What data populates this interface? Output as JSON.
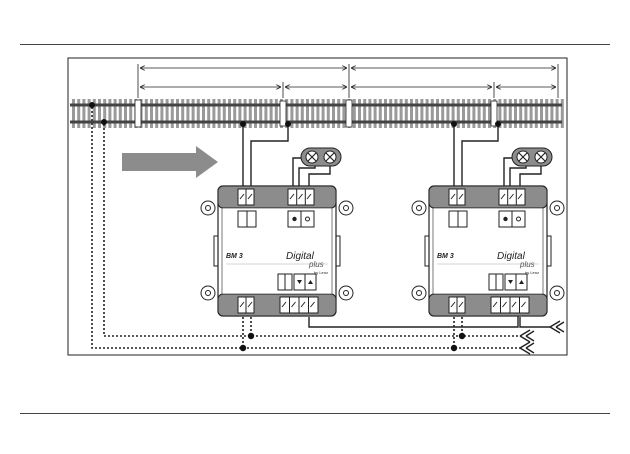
{
  "modules": [
    {
      "model": "BM 3",
      "brand": "Digital",
      "brand_sub": "plus",
      "maker": "by Lenz"
    },
    {
      "model": "BM 3",
      "brand": "Digital",
      "brand_sub": "plus",
      "maker": "by Lenz"
    }
  ],
  "colors": {
    "line": "#222222",
    "rail": "#555555",
    "tie": "#9a9a9a",
    "arrow": "#888888",
    "terminal_gray": "#aaaaaa",
    "background": "#ffffff"
  },
  "icons": {
    "direction": "right-arrow-icon",
    "lamp": "lamp-x-icon",
    "connector": "wire-end-icon"
  }
}
